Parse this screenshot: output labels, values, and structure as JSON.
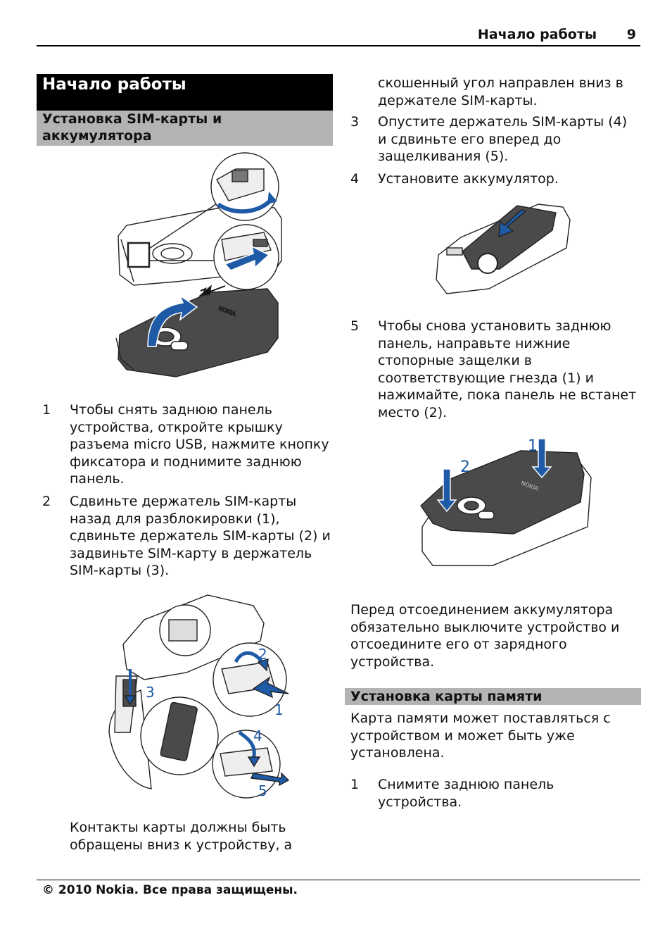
{
  "header": {
    "title": "Начало работы",
    "page": "9"
  },
  "chapter_title": "Начало работы",
  "section1": {
    "title": "Установка SIM-карты и аккумулятора",
    "steps": [
      {
        "num": "1",
        "text": "Чтобы снять заднюю панель устройства, откройте крышку разъема micro USB, нажмите кнопку фиксатора и поднимите заднюю панель."
      },
      {
        "num": "2",
        "text": "Сдвиньте держатель SIM-карты назад для разблокировки (1), сдвиньте держатель SIM-карты (2) и задвиньте SIM-карту в держатель SIM-карты (3)."
      }
    ],
    "note_left": "Контакты карты должны быть обращены вниз к устройству, а",
    "note_right": "скошенный угол направлен вниз в держателе SIM-карты.",
    "steps_right": [
      {
        "num": "3",
        "text": "Опустите держатель SIM-карты (4) и сдвиньте его вперед до защелкивания (5)."
      },
      {
        "num": "4",
        "text": "Установите аккумулятор."
      },
      {
        "num": "5",
        "text": "Чтобы снова установить заднюю панель, направьте нижние стопорные защелки в соответствующие гнезда (1) и нажимайте, пока панель не встанет место (2)."
      }
    ],
    "warning": "Перед отсоединением аккумулятора обязательно выключите устройство и отсоедините его от зарядного устройства."
  },
  "section2": {
    "title": "Установка карты памяти",
    "intro": "Карта памяти может поставляться с устройством и может быть уже установлена.",
    "steps": [
      {
        "num": "1",
        "text": "Снимите заднюю панель устройства."
      }
    ]
  },
  "figures": {
    "sim_labels": [
      "1",
      "2",
      "3",
      "4",
      "5"
    ],
    "cover_labels": [
      "1",
      "2"
    ],
    "brand_mark": "NOKIA"
  },
  "colors": {
    "arrow": "#1f5aa6",
    "label": "#1f5aa6"
  },
  "footer": "© 2010 Nokia. Все права защищены."
}
